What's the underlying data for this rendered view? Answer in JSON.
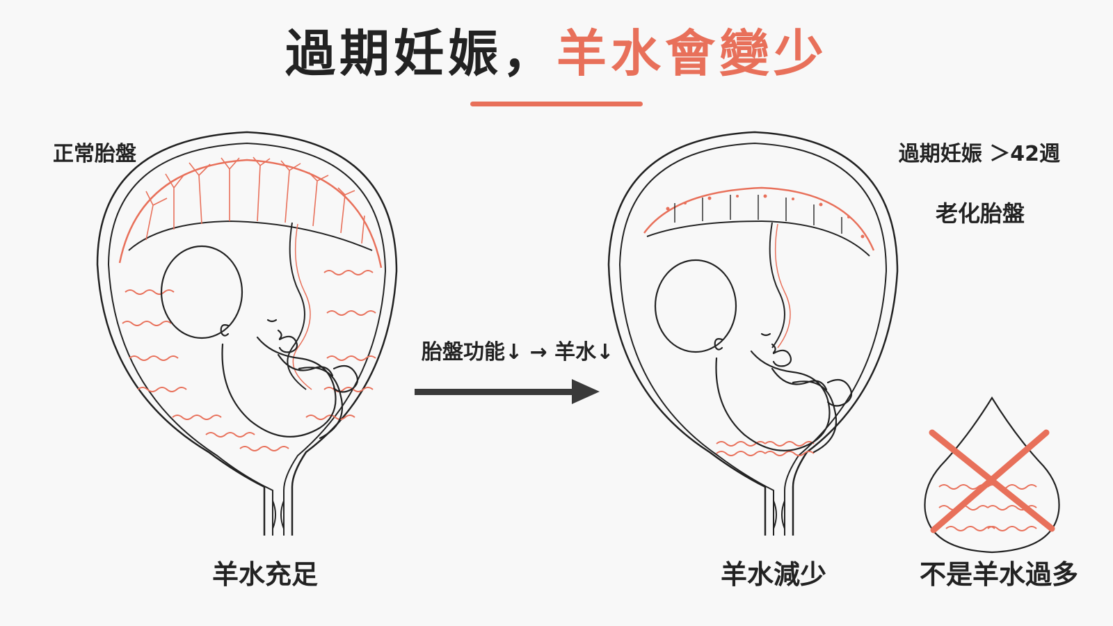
{
  "title": {
    "part1": "過期妊娠，",
    "part2": "羊水會變少"
  },
  "labels": {
    "normal_placenta": "正常胎盤",
    "post_term": "過期妊娠 ＞42週",
    "aged_placenta": "老化胎盤",
    "flow": "胎盤功能↓ → 羊水↓",
    "fluid_sufficient": "羊水充足",
    "fluid_reduced": "羊水減少",
    "not_excess": "不是羊水過多"
  },
  "colors": {
    "accent": "#e8705a",
    "ink": "#222222",
    "arrow": "#3a3a3a"
  }
}
